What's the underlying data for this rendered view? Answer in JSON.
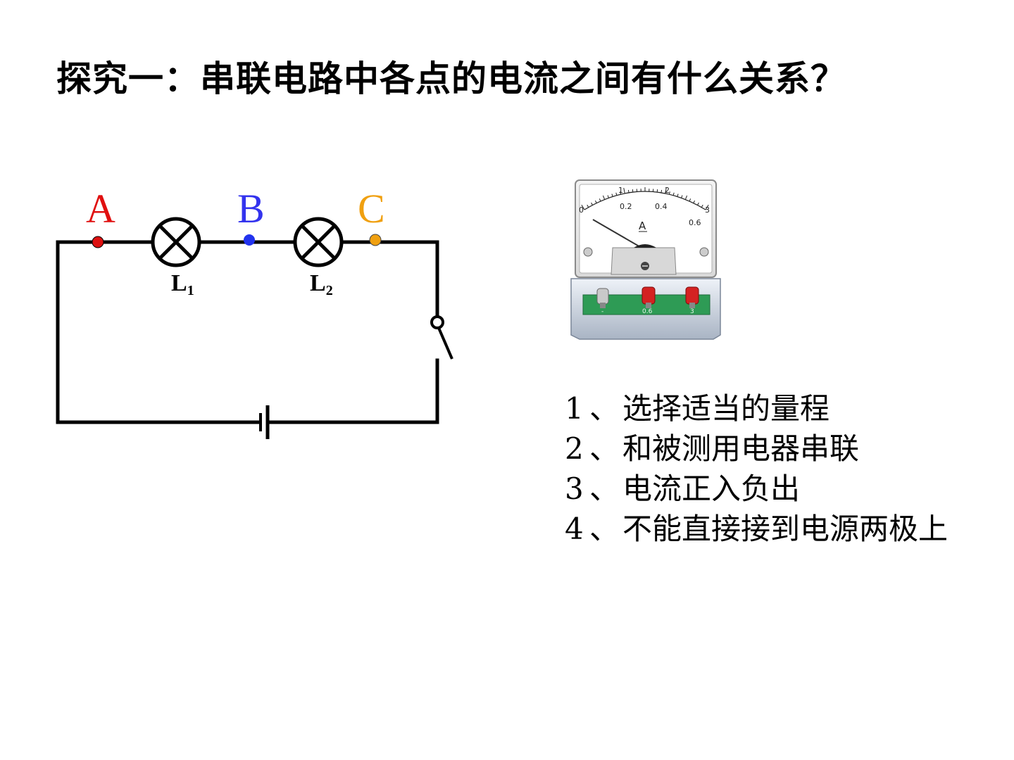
{
  "title": "探究一：串联电路中各点的电流之间有什么关系？",
  "circuit": {
    "points": [
      {
        "label": "A",
        "color": "#e01010"
      },
      {
        "label": "B",
        "color": "#3333ee"
      },
      {
        "label": "C",
        "color": "#f0a010"
      }
    ],
    "dot_colors": [
      "#dd1111",
      "#2233ee",
      "#f0a010"
    ],
    "lamps": [
      {
        "letter": "L",
        "sub": "1"
      },
      {
        "letter": "L",
        "sub": "2"
      }
    ]
  },
  "ammeter": {
    "unit": "A",
    "upper_scale": [
      "0",
      "1",
      "2",
      "3"
    ],
    "lower_scale": [
      "0.2",
      "0.4",
      "0.6"
    ],
    "terminals": [
      "-",
      "0.6",
      "3"
    ]
  },
  "tips": [
    {
      "num": "1",
      "sep": "、",
      "text": "选择适当的量程"
    },
    {
      "num": "2",
      "sep": "、",
      "text": "和被测用电器串联"
    },
    {
      "num": "3",
      "sep": "、",
      "text": "电流正入负出"
    },
    {
      "num": "4",
      "sep": "、",
      "text": "不能直接接到电源两极上"
    }
  ]
}
